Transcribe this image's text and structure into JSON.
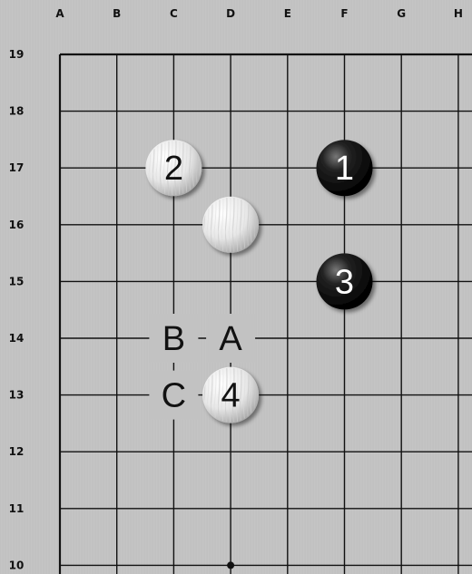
{
  "board": {
    "columns": [
      "A",
      "B",
      "C",
      "D",
      "E",
      "F",
      "G",
      "H"
    ],
    "rows": [
      "19",
      "18",
      "17",
      "16",
      "15",
      "14",
      "13",
      "12",
      "11",
      "10"
    ],
    "hoshi": [
      {
        "col": "D",
        "row": "10"
      }
    ]
  },
  "stones": [
    {
      "color": "black",
      "col": "F",
      "row": "17",
      "label": "1"
    },
    {
      "color": "white",
      "col": "C",
      "row": "17",
      "label": "2"
    },
    {
      "color": "white",
      "col": "D",
      "row": "16",
      "label": ""
    },
    {
      "color": "black",
      "col": "F",
      "row": "15",
      "label": "3"
    },
    {
      "color": "white",
      "col": "D",
      "row": "13",
      "label": "4"
    }
  ],
  "marks": [
    {
      "col": "C",
      "row": "14",
      "label": "B"
    },
    {
      "col": "D",
      "row": "14",
      "label": "A"
    },
    {
      "col": "C",
      "row": "13",
      "label": "C"
    }
  ],
  "colors": {
    "line": "#111111",
    "black_stone": "#0a0a0a",
    "white_stone": "#f2f2f2"
  }
}
